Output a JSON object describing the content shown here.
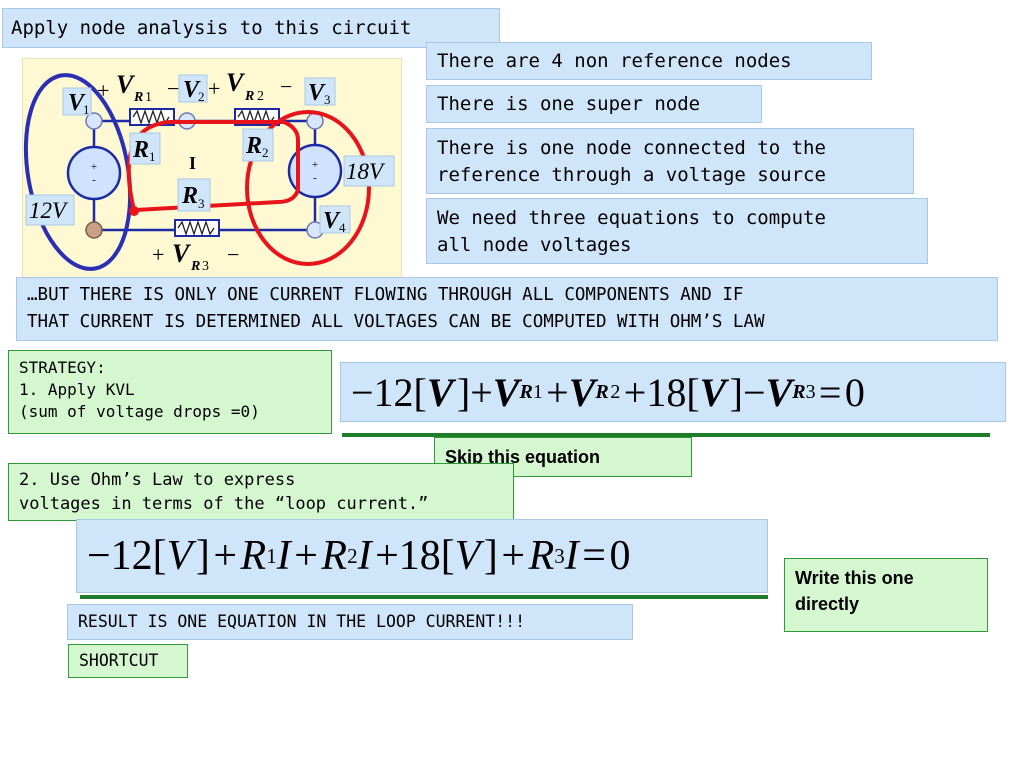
{
  "title": "Apply node analysis to this circuit",
  "facts": [
    "There are 4 non reference nodes",
    "There is one super node",
    "There is one node connected to the\nreference through a voltage source",
    "We need three equations to compute\nall node voltages"
  ],
  "banner": "…BUT THERE IS ONLY ONE CURRENT FLOWING THROUGH ALL COMPONENTS AND IF\nTHAT CURRENT IS DETERMINED ALL VOLTAGES CAN BE COMPUTED WITH OHM’S LAW",
  "strategy": "STRATEGY:\n1. Apply KVL\n(sum of voltage drops =0)",
  "step2": "2. Use Ohm’s Law to express\nvoltages in terms of the “loop current.”",
  "skip_label": "Skip this equation",
  "write_label": "Write this one\ndirectly",
  "result": "RESULT IS ONE EQUATION IN THE LOOP CURRENT!!!",
  "shortcut": "SHORTCUT",
  "circuit": {
    "node1": "V",
    "node1_sub": "1",
    "node2": "V",
    "node2_sub": "2",
    "node3": "V",
    "node3_sub": "3",
    "node4": "V",
    "node4_sub": "4",
    "r1": "R",
    "r1_sub": "1",
    "r2": "R",
    "r2_sub": "2",
    "r3": "R",
    "r3_sub": "3",
    "vr1": "V",
    "vr1_sub": "R",
    "vr1_sub2": "1",
    "vr2": "V",
    "vr2_sub": "R",
    "vr2_sub2": "2",
    "vr3": "V",
    "vr3_sub": "R",
    "vr3_sub2": "3",
    "source_left": "12V",
    "source_right": "18V",
    "current": "I",
    "plus": "+",
    "minus": "−",
    "src_plus": "+",
    "src_minus": "-"
  },
  "colors": {
    "loop_arrow": "#e8141b",
    "supernode": "#e8141b",
    "node_oval": "#2b2fb4",
    "wire": "#1c2aa6",
    "panel": "#fff9d3"
  }
}
